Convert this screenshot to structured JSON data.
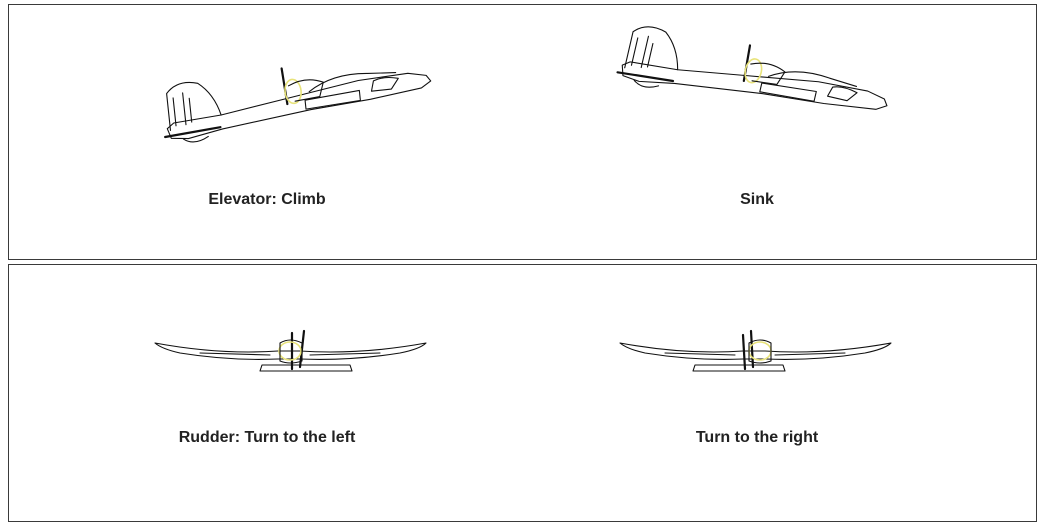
{
  "top_panel": {
    "left_caption": "Elevator: Climb",
    "right_caption": "Sink"
  },
  "bottom_panel": {
    "left_caption": "Rudder: Turn to the left",
    "right_caption": "Turn to the right"
  },
  "colors": {
    "highlight": "#e8e37a",
    "line": "#111111",
    "border": "#3a3a3a"
  }
}
